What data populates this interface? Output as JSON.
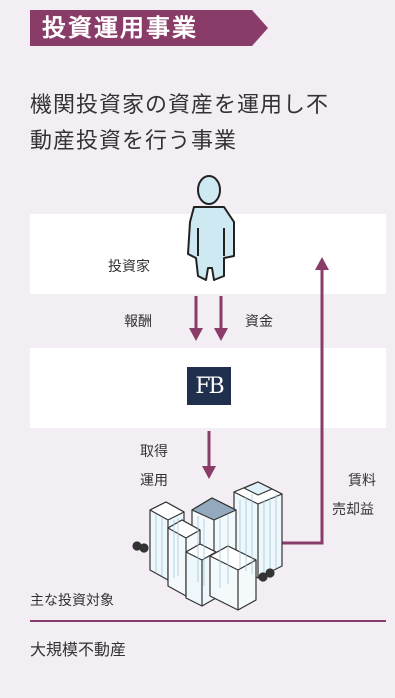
{
  "header": {
    "title": "投資運用事業"
  },
  "description": {
    "line1": "機関投資家の資産を運用し不",
    "line2": "動産投資を行う事業"
  },
  "investor": {
    "label": "投資家"
  },
  "flows": {
    "fee": "報酬",
    "capital": "資金",
    "acquire": "取得",
    "operate": "運用",
    "rent": "賃料",
    "sale": "売却益"
  },
  "company": {
    "logo": "FB"
  },
  "targets": {
    "label": "主な投資対象",
    "value": "大規模不動産"
  },
  "colors": {
    "accent": "#8a3c68",
    "arrow": "#8a3c68",
    "logo_bg": "#1f2f4d",
    "figure": "#cfe9f3",
    "background": "#f3eef3"
  }
}
